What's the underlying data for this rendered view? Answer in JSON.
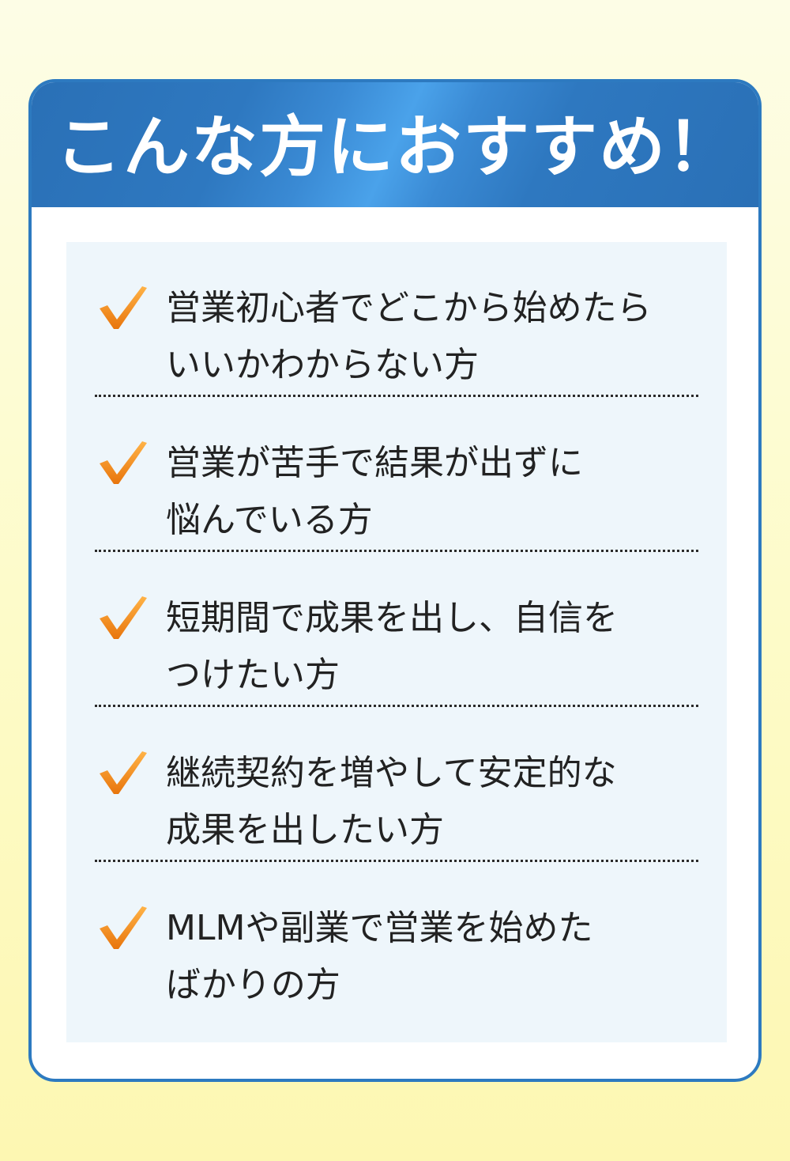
{
  "heading": {
    "title": "こんな方におすすめ！"
  },
  "items": [
    {
      "line1": "営業初心者でどこから始めたら",
      "line2": "いいかわからない方",
      "icon": "orange-check-icon"
    },
    {
      "line1": "営業が苦手で結果が出ずに",
      "line2": "悩んでいる方",
      "icon": "orange-check-icon"
    },
    {
      "line1": "短期間で成果を出し、自信を",
      "line2": "つけたい方",
      "icon": "orange-check-icon"
    },
    {
      "line1": "継続契約を増やして安定的な",
      "line2": "成果を出したい方",
      "icon": "orange-check-icon"
    },
    {
      "line1": "MLMや副業で営業を始めた",
      "line2": "ばかりの方",
      "icon": "orange-check-icon"
    }
  ],
  "colors": {
    "border": "#2d7ac0",
    "header": "#2a70b6",
    "check": "#f08a1c",
    "panel": "#eef6fb"
  }
}
